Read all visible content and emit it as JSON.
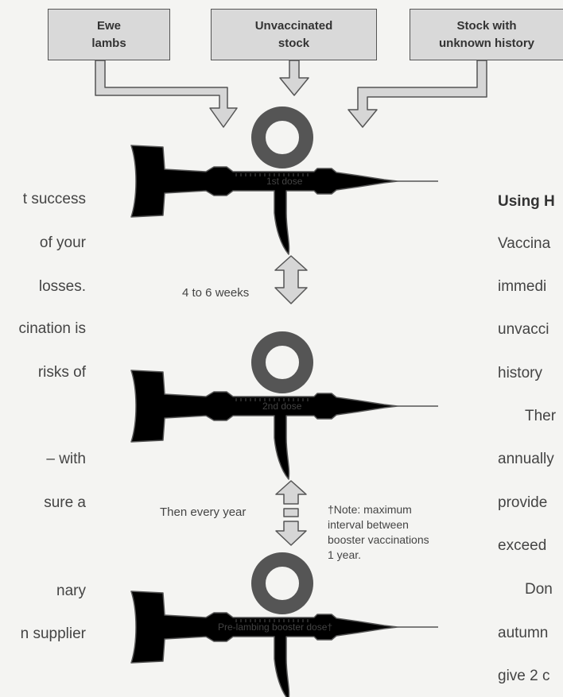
{
  "sources": {
    "ewe_lambs": "Ewe\nlambs",
    "unvaccinated": "Unvaccinated\nstock",
    "unknown": "Stock with\nunknown history"
  },
  "doses": {
    "first": "1st dose",
    "second": "2nd dose",
    "booster": "Pre-lambing booster dose†"
  },
  "intervals": {
    "weeks": "4 to 6 weeks",
    "yearly": "Then every year"
  },
  "note": "†Note: maximum\ninterval between\nbooster vaccinations\n1 year.",
  "left_text": [
    "t success",
    "of your",
    "losses.",
    "cination is",
    "risks of",
    "– with",
    "sure a",
    "nary",
    "n supplier"
  ],
  "right_text": {
    "heading": "Using H",
    "lines": [
      "Vaccina",
      "immedi",
      "unvacci",
      "history",
      "Ther",
      "annually",
      "provide",
      "exceed",
      "Don",
      "autumn",
      "give 2 c"
    ]
  },
  "colors": {
    "syringe_light": "#dfeeda",
    "syringe_booster": "#8cc97f",
    "outline": "#555555",
    "box_fill": "#d9d9d9",
    "arrow_fill": "#d6d6d6"
  }
}
